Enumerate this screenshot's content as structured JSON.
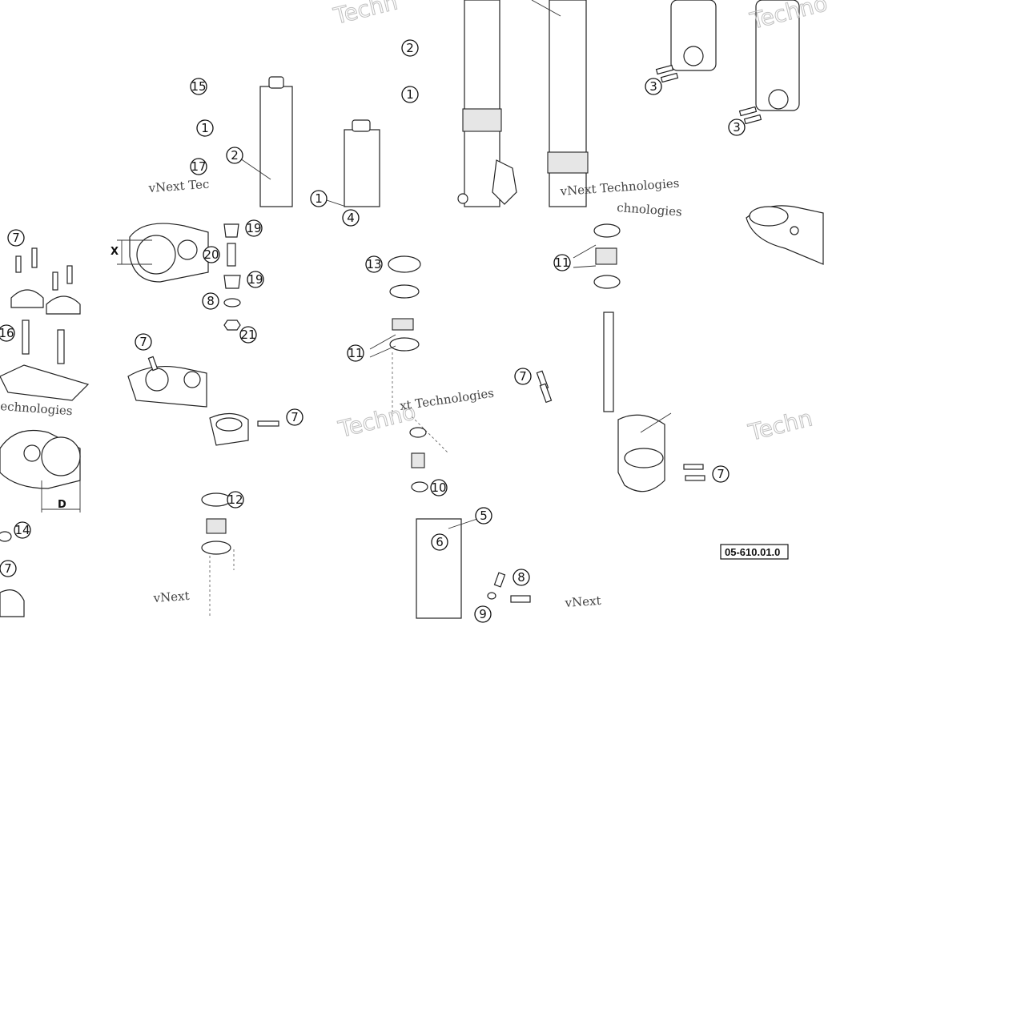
{
  "diagram": {
    "drawing_code": "05-610.01.0",
    "dimension_labels": [
      "X",
      "D"
    ],
    "watermarks": [
      "vNext Technologies",
      "vNext Tec",
      "vNext",
      "Techn",
      "Techno",
      "Techno",
      "Techn",
      "xt Technologies",
      "echnologies",
      "chnologies"
    ],
    "callouts": [
      "15",
      "1",
      "17",
      "2",
      "1",
      "4",
      "2",
      "1",
      "3",
      "3",
      "7",
      "19",
      "20",
      "19",
      "8",
      "21",
      "13",
      "11",
      "11",
      "7",
      "16",
      "7",
      "7",
      "12",
      "14",
      "7",
      "10",
      "5",
      "6",
      "8",
      "9",
      "7"
    ]
  }
}
